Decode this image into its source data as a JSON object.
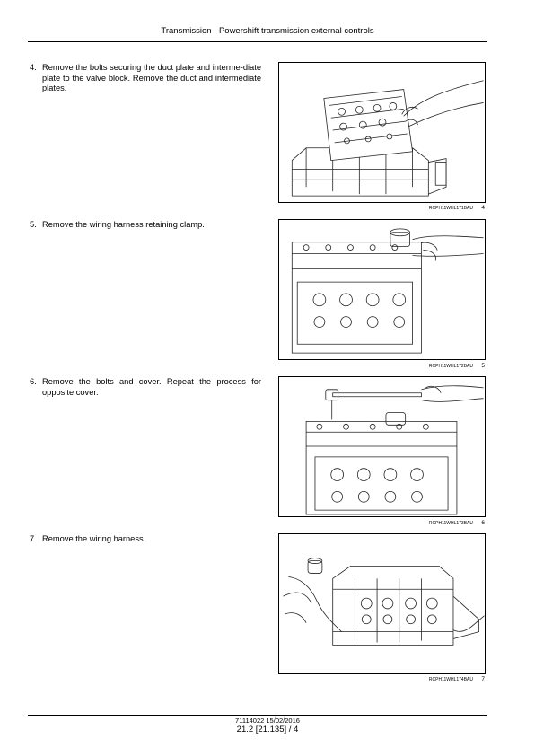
{
  "header": {
    "title": "Transmission - Powershift transmission external controls"
  },
  "steps": [
    {
      "number": "4.",
      "text": "Remove the bolts securing the duct plate and interme-diate plate to the valve block.  Remove the duct and intermediate plates.",
      "figure_ref": "RCPH11WHL171BAU",
      "figure_num": "4"
    },
    {
      "number": "5.",
      "text": "Remove the wiring harness retaining clamp.",
      "figure_ref": "RCPH11WHL172BAU",
      "figure_num": "5"
    },
    {
      "number": "6.",
      "text": "Remove the bolts and cover.  Repeat the process for opposite cover.",
      "figure_ref": "RCPH11WHL173BAU",
      "figure_num": "6"
    },
    {
      "number": "7.",
      "text": "Remove the wiring harness.",
      "figure_ref": "RCPH11WHL174BAU",
      "figure_num": "7"
    }
  ],
  "footer": {
    "doc_ref": "71114022 15/02/2016",
    "page": "21.2 [21.135] / 4"
  }
}
